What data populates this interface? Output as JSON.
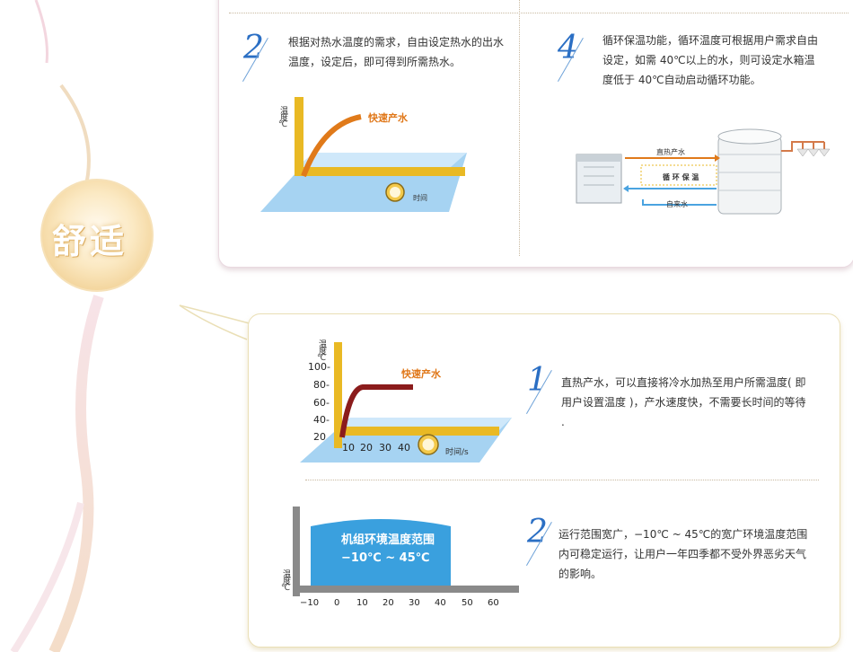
{
  "sidebar": {
    "title": "舒适"
  },
  "top": {
    "item2": {
      "number": "2",
      "text": "根据对热水温度的需求，自由设定热水的出水温度，设定后，即可得到所需热水。",
      "chart_axis_y": "温度℃",
      "chart_label": "快速产水",
      "chart_axis_x": "时间"
    },
    "item4": {
      "number": "4",
      "text": "循环保温功能，循环温度可根据用户需求自由设定，如需 40℃以上的水，则可设定水箱温度低于 40℃自动启动循环功能。",
      "diagram": {
        "hot": "直热产水",
        "cycle": "循 环 保 温",
        "tap": "自来水"
      }
    }
  },
  "bottom": {
    "item1": {
      "number": "1",
      "text": "直热产水，可以直接将冷水加热至用户所需温度( 即用户设置温度 )，产水速度快，不需要长时间的等待 .",
      "chart_label": "快速产水",
      "y_title": "温度℃",
      "x_title": "时间/s",
      "y_ticks": [
        "100-",
        "80-",
        "60-",
        "40-",
        "20"
      ],
      "x_ticks": [
        "10",
        "20",
        "30",
        "40"
      ]
    },
    "item2": {
      "number": "2",
      "text": "运行范围宽广，−10℃ ~ 45℃的宽广环境温度范围内可稳定运行，让用户一年四季都不受外界恶劣天气的影响。",
      "box_title": "机组环境温度范围",
      "box_range": "−10℃ ~ 45℃",
      "y_title": "温度℃",
      "x_ticks": [
        "−10",
        "0",
        "10",
        "20",
        "30",
        "40",
        "50",
        "60"
      ]
    }
  },
  "colors": {
    "blue_number": "#2b6fc4",
    "orange": "#e0781a",
    "blue_box": "#3aa0de",
    "cream": "#f6e6b8"
  }
}
